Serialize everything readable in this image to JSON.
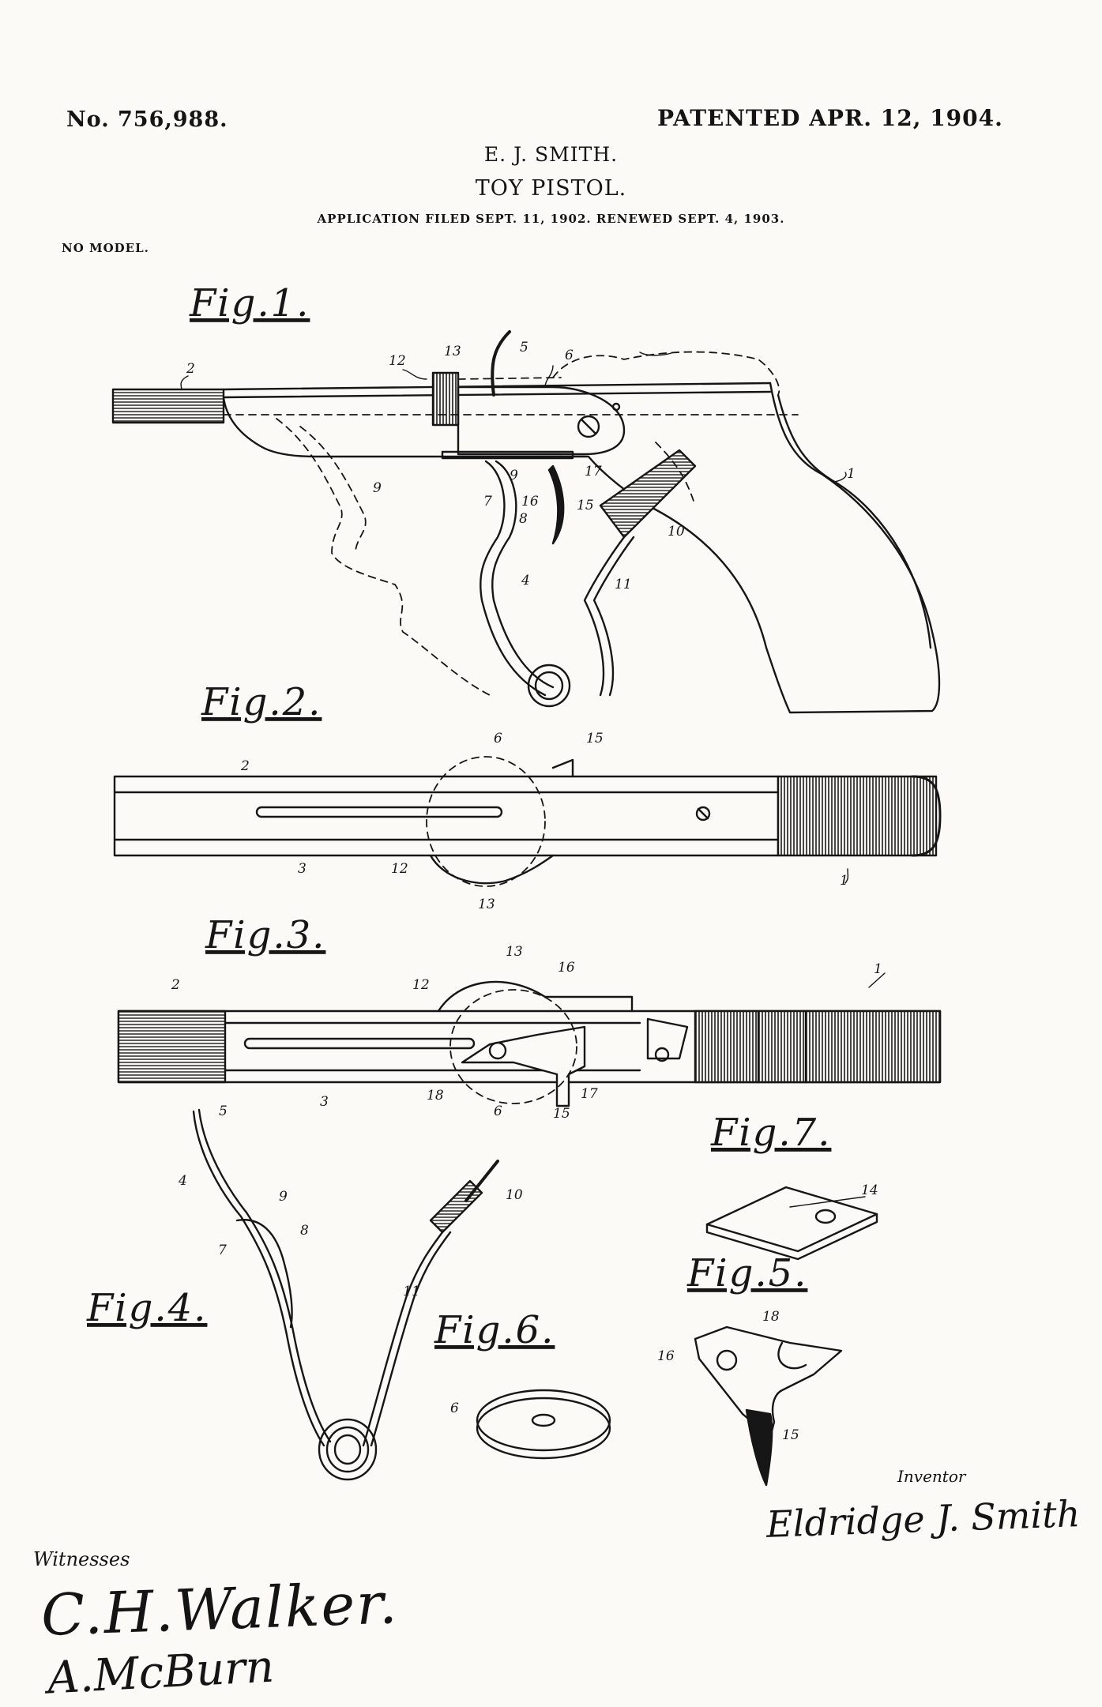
{
  "header": {
    "patent_no": "No. 756,988.",
    "patent_date": "PATENTED APR. 12, 1904.",
    "inventor": "E. J. SMITH.",
    "title": "TOY PISTOL.",
    "application": "APPLICATION FILED SEPT. 11, 1902. RENEWED SEPT. 4, 1903.",
    "model": "NO MODEL."
  },
  "figures": {
    "fig1": "Fig.1.",
    "fig2": "Fig.2.",
    "fig3": "Fig.3.",
    "fig4": "Fig.4.",
    "fig5": "Fig.5.",
    "fig6": "Fig.6.",
    "fig7": "Fig.7."
  },
  "reference_numerals": {
    "n1": "1",
    "n2": "2",
    "n3": "3",
    "n4": "4",
    "n5": "5",
    "n6": "6",
    "n7": "7",
    "n8": "8",
    "n9": "9",
    "n10": "10",
    "n11": "11",
    "n12": "12",
    "n13": "13",
    "n14": "14",
    "n15": "15",
    "n16": "16",
    "n17": "17",
    "n18": "18"
  },
  "signatures": {
    "inventor_label": "Inventor",
    "inventor_signature": "Eldridge J. Smith",
    "witnesses_label": "Witnesses",
    "witness_1": "C.H.Walker.",
    "witness_2": "A.McBurn"
  }
}
